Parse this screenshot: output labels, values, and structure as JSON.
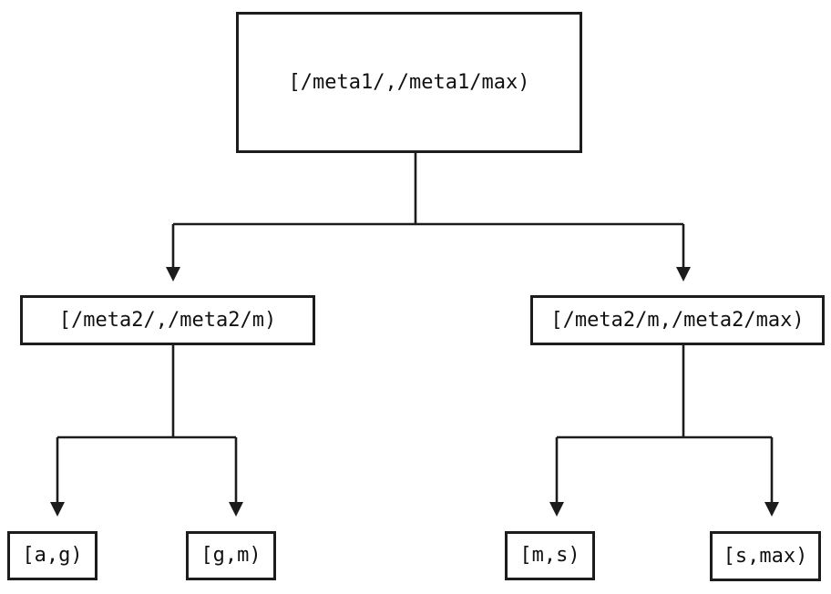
{
  "diagram": {
    "type": "tree",
    "background_color": "#ffffff",
    "line_color": "#1c1c1c",
    "nodes": [
      {
        "id": "root",
        "label": "[/meta1/,/meta1/max)"
      },
      {
        "id": "meta2-lower",
        "label": "[/meta2/,/meta2/m)"
      },
      {
        "id": "meta2-upper",
        "label": "[/meta2/m,/meta2/max)"
      },
      {
        "id": "leaf-a-g",
        "label": "[a,g)"
      },
      {
        "id": "leaf-g-m",
        "label": "[g,m)"
      },
      {
        "id": "leaf-m-s",
        "label": "[m,s)"
      },
      {
        "id": "leaf-s-max",
        "label": "[s,max)"
      }
    ],
    "edges": [
      {
        "from": "root",
        "to": "meta2-lower"
      },
      {
        "from": "root",
        "to": "meta2-upper"
      },
      {
        "from": "meta2-lower",
        "to": "leaf-a-g"
      },
      {
        "from": "meta2-lower",
        "to": "leaf-g-m"
      },
      {
        "from": "meta2-upper",
        "to": "leaf-m-s"
      },
      {
        "from": "meta2-upper",
        "to": "leaf-s-max"
      }
    ]
  }
}
